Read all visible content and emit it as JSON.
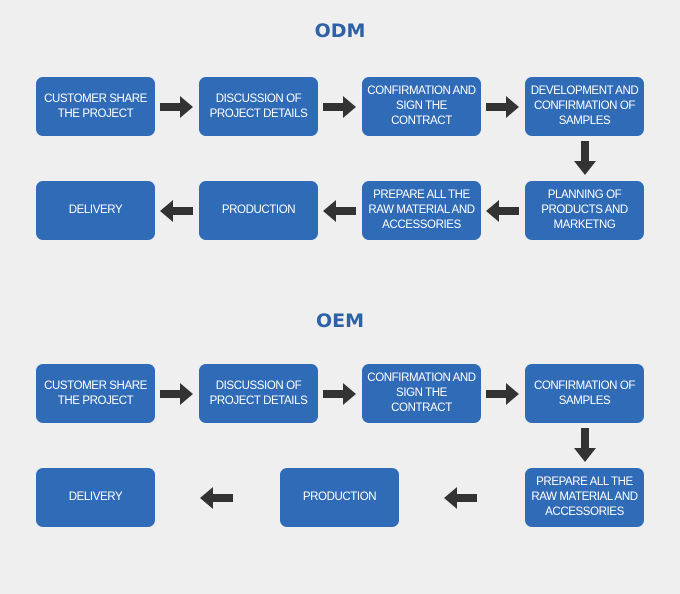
{
  "odm": {
    "title": "ODM",
    "steps": [
      "CUSTOMER SHARE THE PROJECT",
      "DISCUSSION OF PROJECT DETAILS",
      "CONFIRMATION AND SIGN THE CONTRACT",
      "DEVELOPMENT AND CONFIRMATION OF SAMPLES",
      "PLANNING OF PRODUCTS AND MARKETNG",
      "PREPARE ALL THE RAW MATERIAL AND ACCESSORIES",
      "PRODUCTION",
      "DELIVERY"
    ]
  },
  "oem": {
    "title": "OEM",
    "steps": [
      "CUSTOMER SHARE THE PROJECT",
      "DISCUSSION OF PROJECT DETAILS",
      "CONFIRMATION AND SIGN THE CONTRACT",
      "CONFIRMATION OF SAMPLES",
      "PREPARE ALL THE RAW MATERIAL AND ACCESSORIES",
      "PRODUCTION",
      "DELIVERY"
    ]
  },
  "colors": {
    "box": "#2f6bb7",
    "title": "#2e62a8",
    "arrow": "#333333",
    "background": "#efefef"
  }
}
